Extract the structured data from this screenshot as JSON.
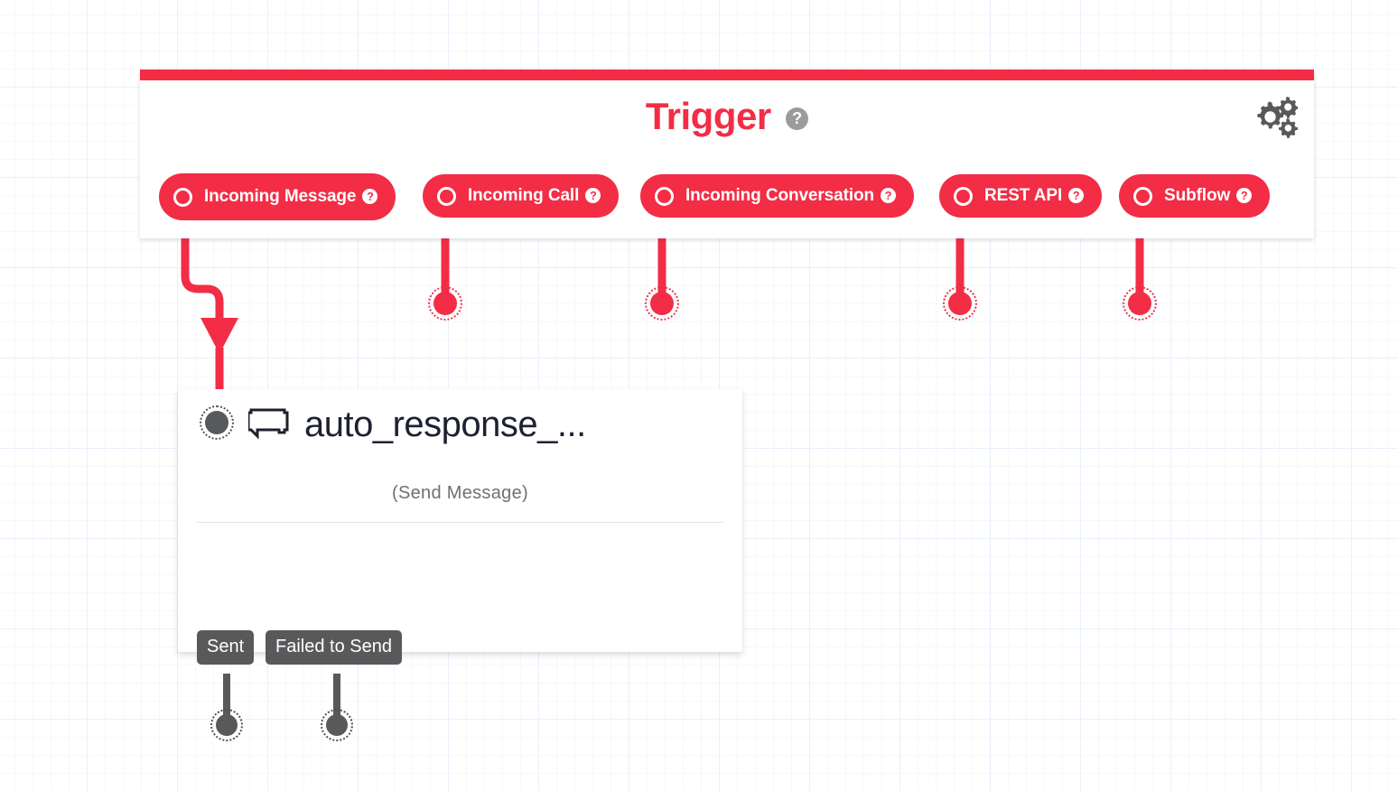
{
  "canvas": {
    "grid_color": "#e8f0fb",
    "background": "#ffffff"
  },
  "trigger_panel": {
    "title": "Trigger",
    "help_glyph": "?",
    "accent_color": "#f22d45",
    "settings_icon_name": "gears-icon",
    "triggers": [
      {
        "label": "Incoming Message",
        "help_glyph": "?"
      },
      {
        "label": "Incoming Call",
        "help_glyph": "?"
      },
      {
        "label": "Incoming Conversation",
        "help_glyph": "?"
      },
      {
        "label": "REST API",
        "help_glyph": "?"
      },
      {
        "label": "Subflow",
        "help_glyph": "?"
      }
    ]
  },
  "node": {
    "title": "auto_response_...",
    "subtitle": "(Send Message)",
    "icon_name": "chat-bubble-icon",
    "input_port_color": "#58595b",
    "outputs": [
      {
        "label": "Sent"
      },
      {
        "label": "Failed to Send"
      }
    ]
  }
}
